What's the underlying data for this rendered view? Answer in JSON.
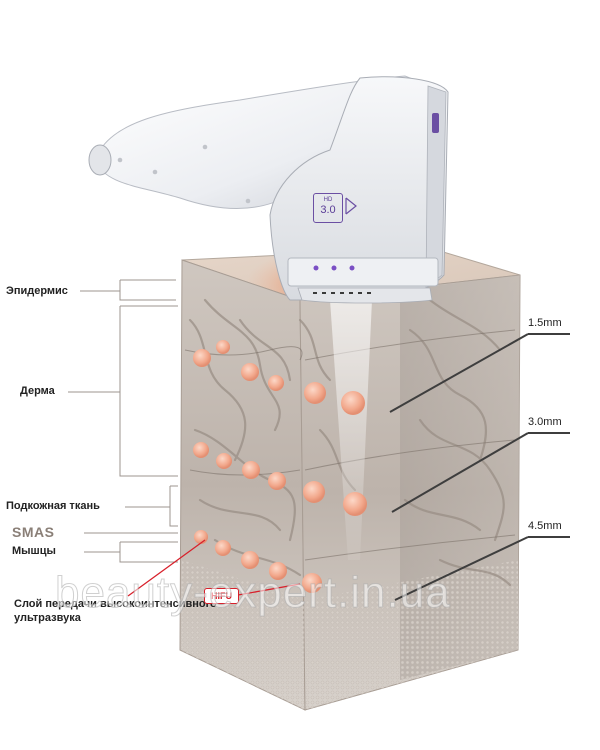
{
  "labels": {
    "epidermis": "Эпидермис",
    "dermis": "Дерма",
    "subcutaneous": "Подкожная ткань",
    "smas": "SMAS",
    "muscles": "Мышцы",
    "hifu_layer_line1": "Слой передачи высокоинтенсивного",
    "hifu_layer_line2": "ультразвука"
  },
  "hifu_tag": "HIFU",
  "depths": [
    "1.5mm",
    "3.0mm",
    "4.5mm"
  ],
  "device": {
    "badge_top": "HD",
    "badge_version": "3.0"
  },
  "watermark": "beauty-expert.in.ua",
  "colors": {
    "hifu_red": "#d8202b",
    "device_accent": "#6b4fa3",
    "focal_point": "#f2b49d"
  }
}
